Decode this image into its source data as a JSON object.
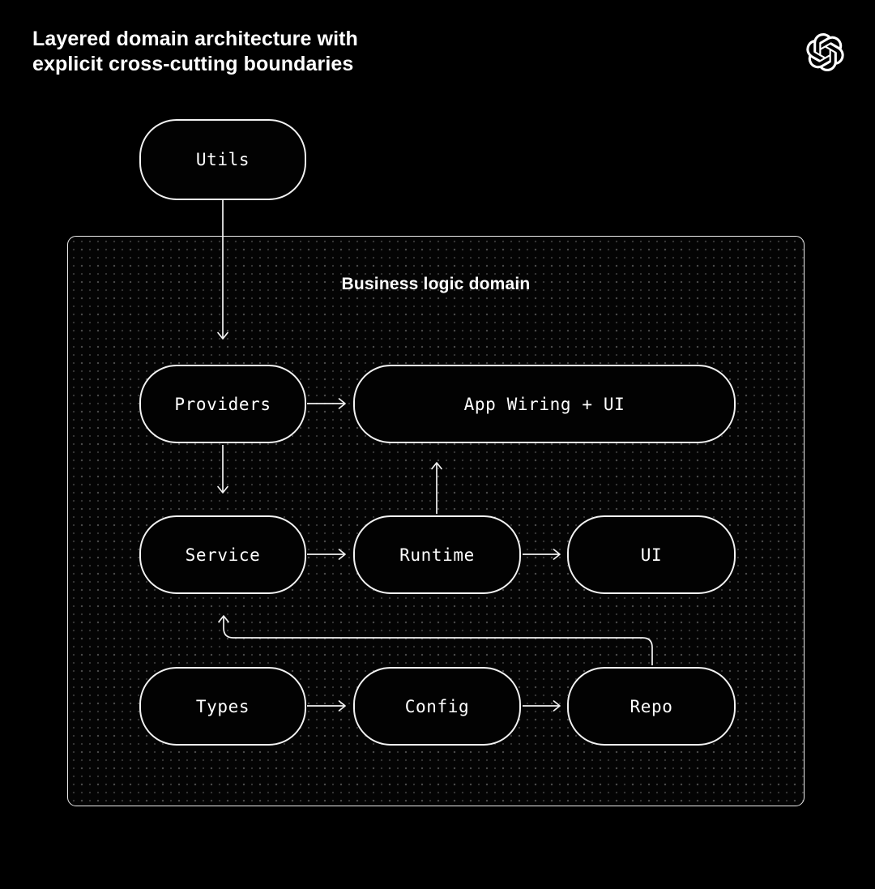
{
  "header": {
    "title": "Layered domain architecture with\nexplicit cross-cutting boundaries",
    "logo": "openai-logo"
  },
  "container": {
    "label": "Business logic domain"
  },
  "nodes": {
    "utils": {
      "label": "Utils"
    },
    "providers": {
      "label": "Providers"
    },
    "app_wiring": {
      "label": "App Wiring + UI"
    },
    "service": {
      "label": "Service"
    },
    "runtime": {
      "label": "Runtime"
    },
    "ui": {
      "label": "UI"
    },
    "types": {
      "label": "Types"
    },
    "config": {
      "label": "Config"
    },
    "repo": {
      "label": "Repo"
    }
  },
  "edges": [
    {
      "from": "Utils",
      "to": "Providers"
    },
    {
      "from": "Providers",
      "to": "App Wiring + UI"
    },
    {
      "from": "Providers",
      "to": "Service"
    },
    {
      "from": "Service",
      "to": "Runtime"
    },
    {
      "from": "Runtime",
      "to": "App Wiring + UI"
    },
    {
      "from": "Runtime",
      "to": "UI"
    },
    {
      "from": "Types",
      "to": "Config"
    },
    {
      "from": "Config",
      "to": "Repo"
    },
    {
      "from": "Repo",
      "to": "Service"
    }
  ],
  "colors": {
    "background": "#000000",
    "panel_fill": "#040404",
    "panel_dot": "#3e3e3e",
    "node_fill": "#020202",
    "stroke": "#f2f2f2",
    "text": "#ffffff"
  }
}
